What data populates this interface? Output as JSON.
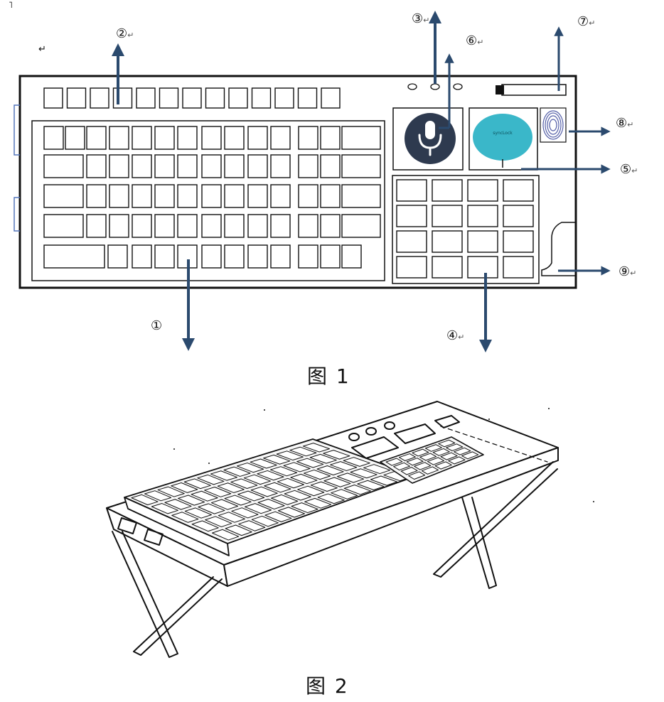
{
  "figure1": {
    "caption": "图 1",
    "callouts": [
      {
        "id": "callout-1",
        "label": "①",
        "mark": ""
      },
      {
        "id": "callout-2",
        "label": "②",
        "mark": "↵"
      },
      {
        "id": "callout-3",
        "label": "③",
        "mark": "↵"
      },
      {
        "id": "callout-4",
        "label": "④",
        "mark": "↵"
      },
      {
        "id": "callout-5",
        "label": "⑤",
        "mark": "↵"
      },
      {
        "id": "callout-6",
        "label": "⑥",
        "mark": "↵"
      },
      {
        "id": "callout-7",
        "label": "⑦",
        "mark": "↵"
      },
      {
        "id": "callout-8",
        "label": "⑧",
        "mark": "↵"
      },
      {
        "id": "callout-9",
        "label": "⑨",
        "mark": "↵"
      }
    ],
    "speaker_label": "syncLock",
    "stray_marks": [
      "↵",
      "˥"
    ]
  },
  "figure2": {
    "caption": "图 2"
  },
  "colors": {
    "line": "#111111",
    "arrow": "#2b4a6e",
    "mic_bg": "#2e3a4f",
    "speaker": "#3ab7c9",
    "fingerprint": "#5560a8",
    "side_bracket": "#5577bb"
  }
}
